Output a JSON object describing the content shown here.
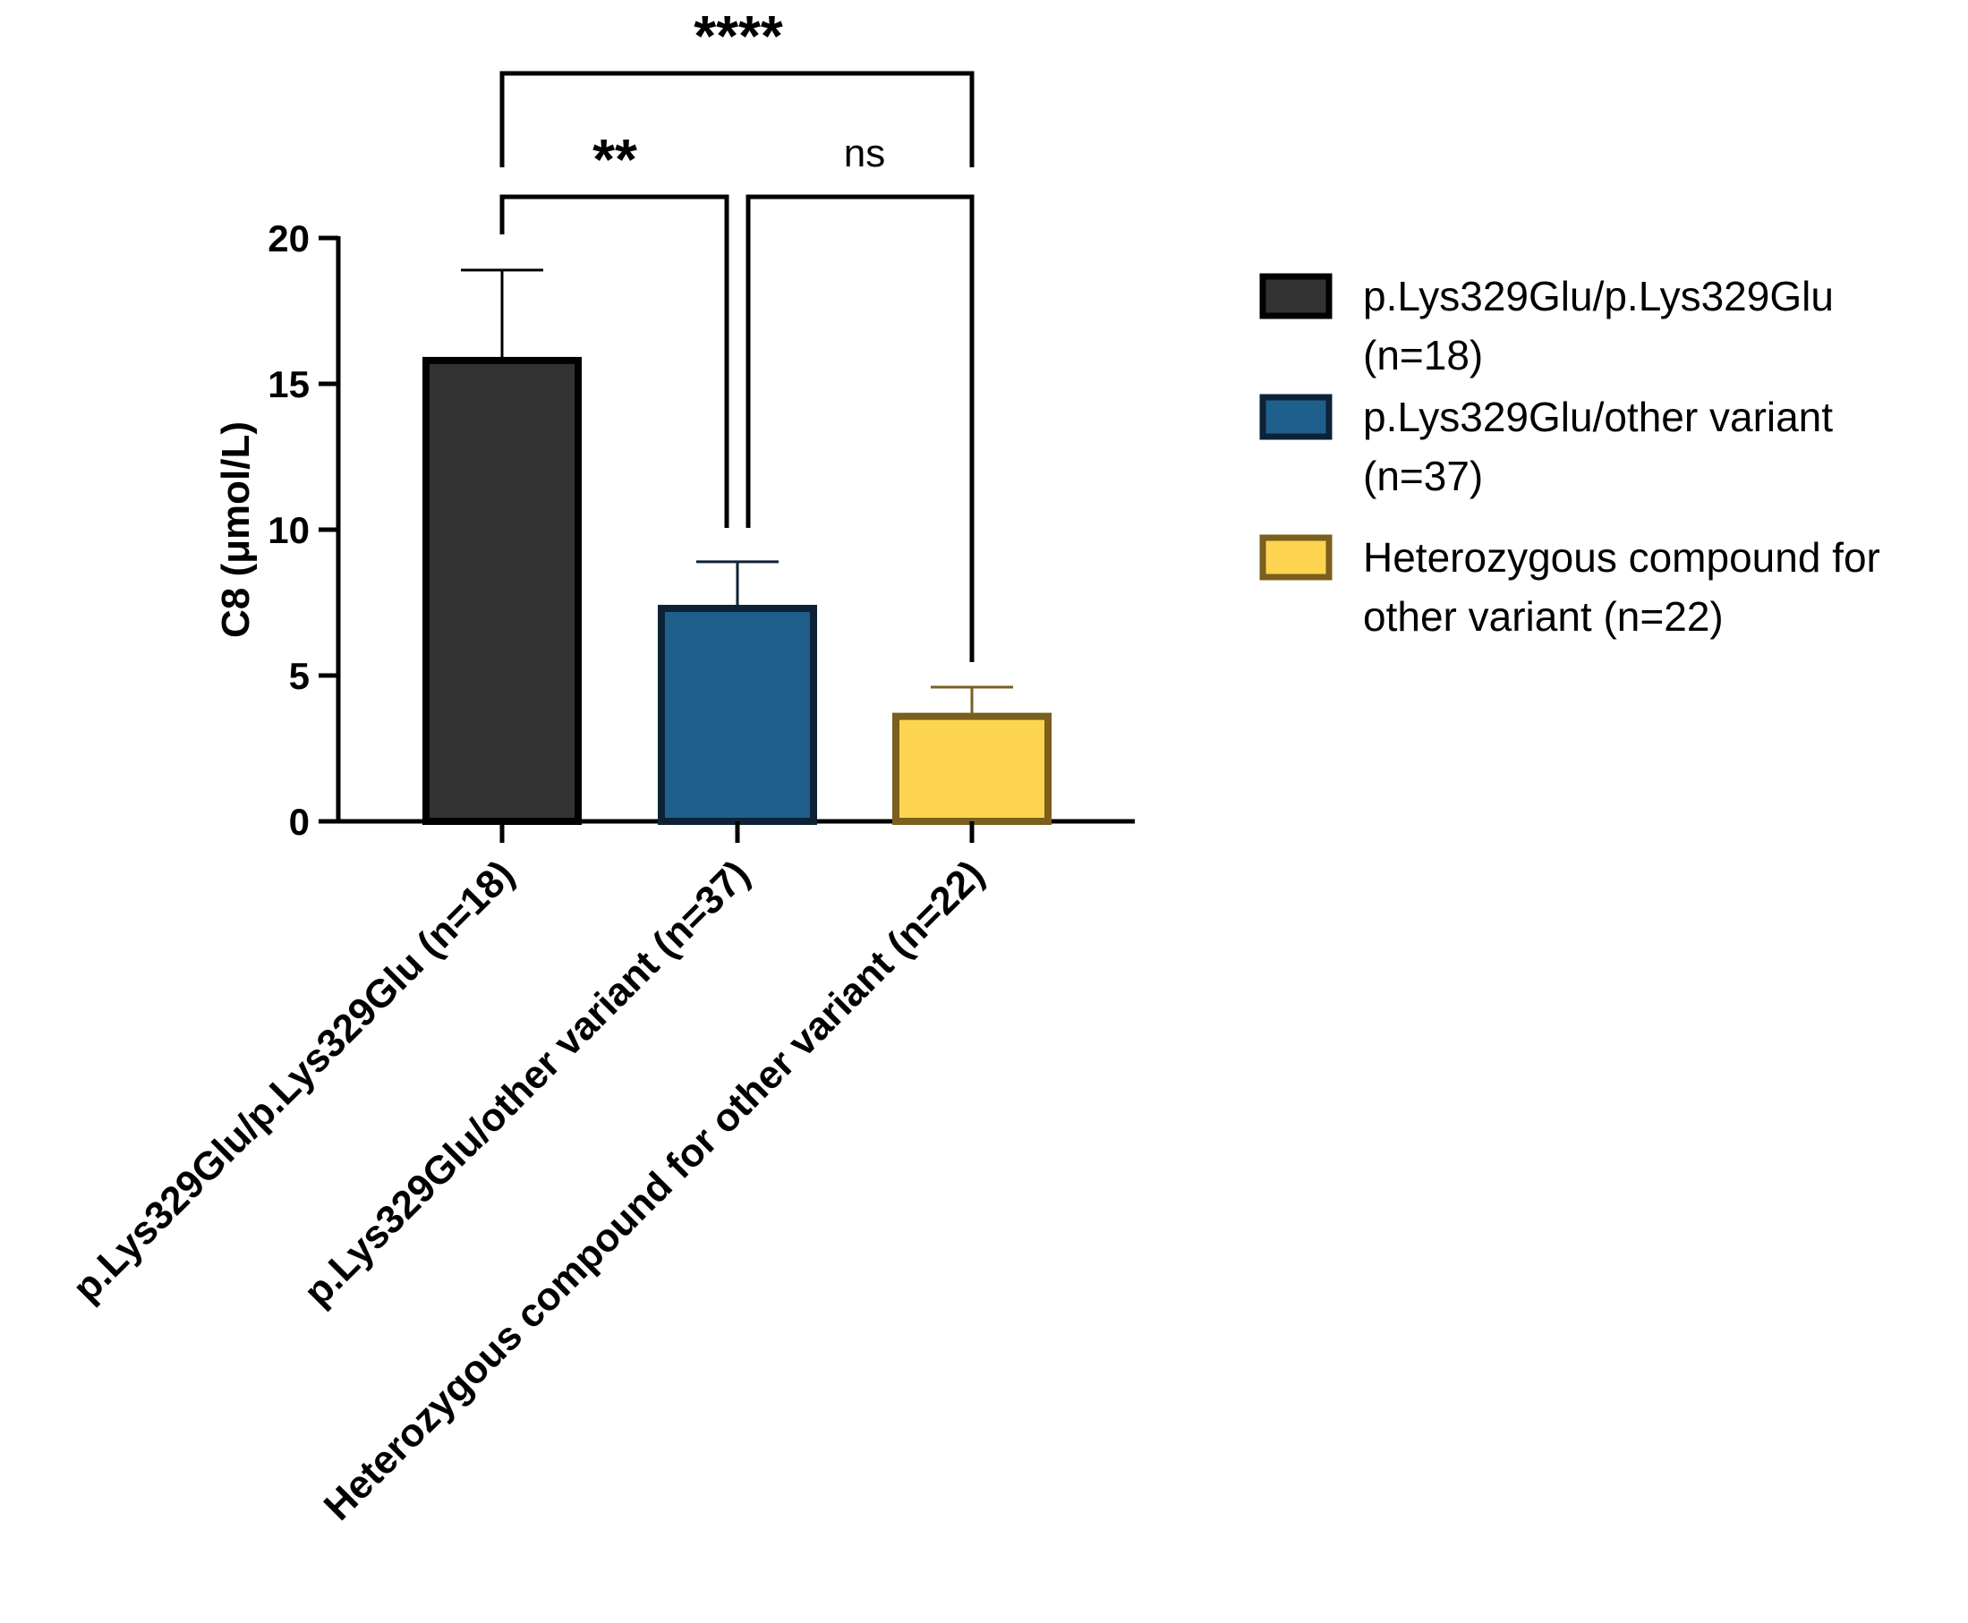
{
  "chart_data": {
    "type": "bar",
    "title": "",
    "xlabel": "",
    "ylabel": "C8 (μmol/L)",
    "ylim": [
      0,
      20
    ],
    "yticks": [
      0,
      5,
      10,
      15,
      20
    ],
    "categories": [
      "p.Lys329Glu/p.Lys329Glu (n=18)",
      "p.Lys329Glu/other variant (n=37)",
      "Heterozygous compound for other variant (n=22)"
    ],
    "values": [
      15.8,
      7.3,
      3.6
    ],
    "error_upper": [
      18.9,
      8.9,
      4.6
    ],
    "colors": [
      "#333333",
      "#1e5f8c",
      "#fdd450"
    ],
    "edge_colors": [
      "#000000",
      "#0d2236",
      "#7a5f1e"
    ],
    "legend": {
      "position": "right",
      "entries": [
        {
          "lines": [
            "p.Lys329Glu/p.Lys329Glu",
            "(n=18)"
          ]
        },
        {
          "lines": [
            "p.Lys329Glu/other variant",
            "(n=37)"
          ]
        },
        {
          "lines": [
            "Heterozygous compound for",
            "other variant (n=22)"
          ]
        }
      ]
    },
    "significance": [
      {
        "from": 0,
        "to": 2,
        "label": "****"
      },
      {
        "from": 0,
        "to": 1,
        "label": "**"
      },
      {
        "from": 1,
        "to": 2,
        "label": "ns"
      }
    ],
    "grid": false
  }
}
